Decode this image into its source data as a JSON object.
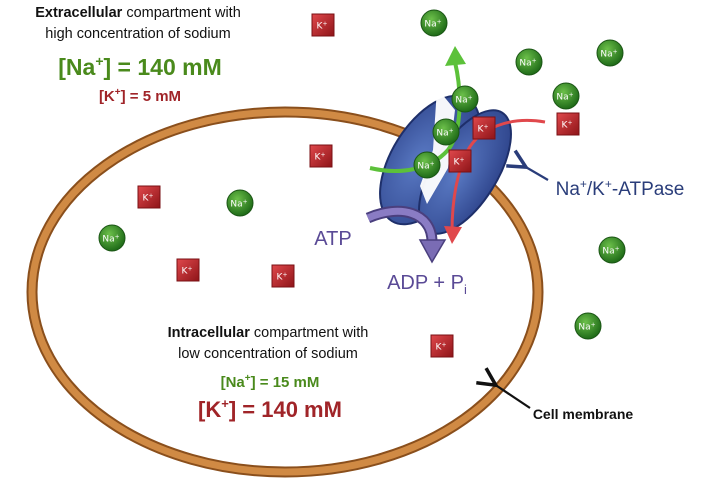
{
  "extracellular": {
    "bold": "Extracellular",
    "rest1": " compartment with",
    "line2": "high concentration of sodium",
    "na_label": "[Na",
    "na_sup": "+",
    "na_value": "] = 140 mM",
    "k_label": "[K",
    "k_sup": "+",
    "k_value": "] = 5 mM"
  },
  "intracellular": {
    "bold": "Intracellular",
    "rest1": " compartment with",
    "line2": "low concentration of sodium",
    "na_label": "[Na",
    "na_sup": "+",
    "na_value": "] = 15 mM",
    "k_label": "[K",
    "k_sup": "+",
    "k_value": "] = 140 mM"
  },
  "pump": {
    "label_pre": "Na",
    "label_sup1": "+",
    "label_mid": "/K",
    "label_sup2": "+",
    "label_post": "-ATPase"
  },
  "atp": "ATP",
  "adp": {
    "pre": "ADP + P",
    "sub": "i"
  },
  "membrane_label": "Cell membrane",
  "na_ion": {
    "text": "Na",
    "sup": "+"
  },
  "k_ion": {
    "text": "K",
    "sup": "+"
  },
  "colors": {
    "green_text": "#4a8a1c",
    "red_text": "#a02428",
    "blue_text": "#2a3d7a",
    "purple": "#6a5aa0",
    "membrane": "#c87a36",
    "na_ion": "#3a8a2a",
    "k_ion": "#c0282c",
    "pump": "#3b5aa4"
  }
}
